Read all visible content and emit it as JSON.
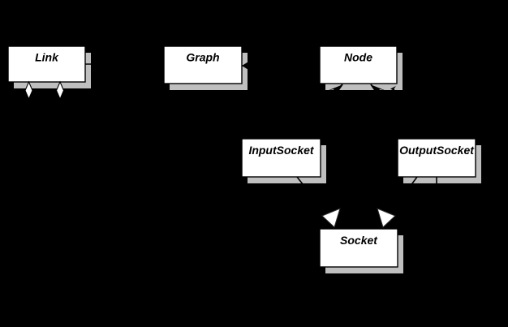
{
  "colors": {
    "background": "#000000",
    "box_fill": "#ffffff",
    "box_border": "#000000",
    "shadow": "#bfbfbf",
    "line": "#000000"
  },
  "classes": [
    {
      "name": "Link"
    },
    {
      "name": "Graph"
    },
    {
      "name": "Node"
    },
    {
      "name": "InputSocket"
    },
    {
      "name": "OutputSocket"
    },
    {
      "name": "Socket"
    }
  ],
  "connectors": [
    {
      "attached_to": "Link",
      "adornment": "aggregation-diamond",
      "position": "bottom-left"
    },
    {
      "attached_to": "Link",
      "adornment": "aggregation-diamond",
      "position": "bottom-right"
    },
    {
      "attached_to": "Link",
      "adornment": "plain-line",
      "position": "right-edge"
    },
    {
      "attached_to": "Graph",
      "adornment": "vee-arrowhead-into-box",
      "position": "right-edge"
    },
    {
      "attached_to": "Node",
      "adornment": "vee-arrowhead-into-box",
      "position": "bottom-left"
    },
    {
      "attached_to": "Node",
      "adornment": "vee-arrowhead-into-box",
      "position": "bottom-right"
    },
    {
      "attached_to": "Node",
      "adornment": "small-vee-mark",
      "position": "bottom-right-corner"
    },
    {
      "attached_to": "InputSocket",
      "adornment": "diagonal-line",
      "position": "bottom-right"
    },
    {
      "attached_to": "OutputSocket",
      "adornment": "diagonal-line",
      "position": "bottom-left"
    },
    {
      "attached_to": "OutputSocket",
      "adornment": "vertical-line",
      "position": "bottom"
    },
    {
      "attached_to": "Socket",
      "adornment": "generalization-triangle",
      "position": "top-left"
    },
    {
      "attached_to": "Socket",
      "adornment": "generalization-triangle",
      "position": "top-right"
    }
  ]
}
